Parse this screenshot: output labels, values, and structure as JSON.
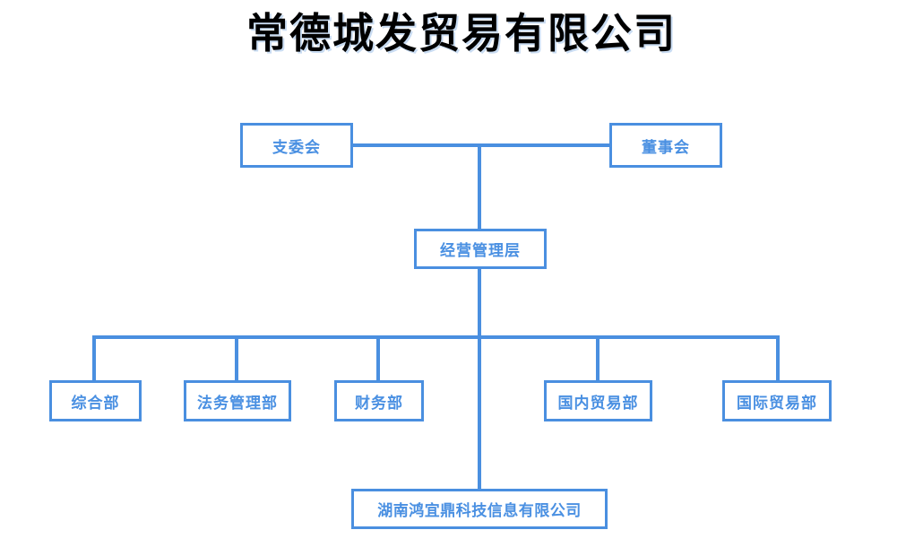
{
  "title": "常德城发贸易有限公司",
  "theme": {
    "box_border_color": "#4a8fe0",
    "box_fill_color": "#ffffff",
    "label_color": "#4a90e2",
    "connector_color": "#4a8fe0",
    "title_color": "#000000",
    "title_shadow_color": "#c9dcf2",
    "background_color": "#ffffff"
  },
  "chart_data": {
    "type": "diagram",
    "diagram_type": "organization-chart",
    "title": "常德城发贸易有限公司",
    "levels": [
      {
        "level": 1,
        "nodes": [
          "支委会",
          "董事会"
        ]
      },
      {
        "level": 2,
        "nodes": [
          "经营管理层"
        ]
      },
      {
        "level": 3,
        "nodes": [
          "综合部",
          "法务管理部",
          "财务部",
          "国内贸易部",
          "国际贸易部"
        ]
      },
      {
        "level": 4,
        "nodes": [
          "湖南鸿宜鼎科技信息有限公司"
        ]
      }
    ],
    "edges": [
      {
        "from": "支委会",
        "to": "董事会"
      },
      {
        "from": "支委会",
        "to": "经营管理层"
      },
      {
        "from": "董事会",
        "to": "经营管理层"
      },
      {
        "from": "经营管理层",
        "to": "综合部"
      },
      {
        "from": "经营管理层",
        "to": "法务管理部"
      },
      {
        "from": "经营管理层",
        "to": "财务部"
      },
      {
        "from": "经营管理层",
        "to": "国内贸易部"
      },
      {
        "from": "经营管理层",
        "to": "国际贸易部"
      },
      {
        "from": "经营管理层",
        "to": "湖南鸿宜鼎科技信息有限公司"
      }
    ]
  },
  "nodes": {
    "party_committee": "支委会",
    "board_of_directors": "董事会",
    "management": "经营管理层",
    "general_affairs": "综合部",
    "legal_management": "法务管理部",
    "finance": "财务部",
    "domestic_trade": "国内贸易部",
    "international_trade": "国际贸易部",
    "subsidiary": "湖南鸿宜鼎科技信息有限公司"
  }
}
